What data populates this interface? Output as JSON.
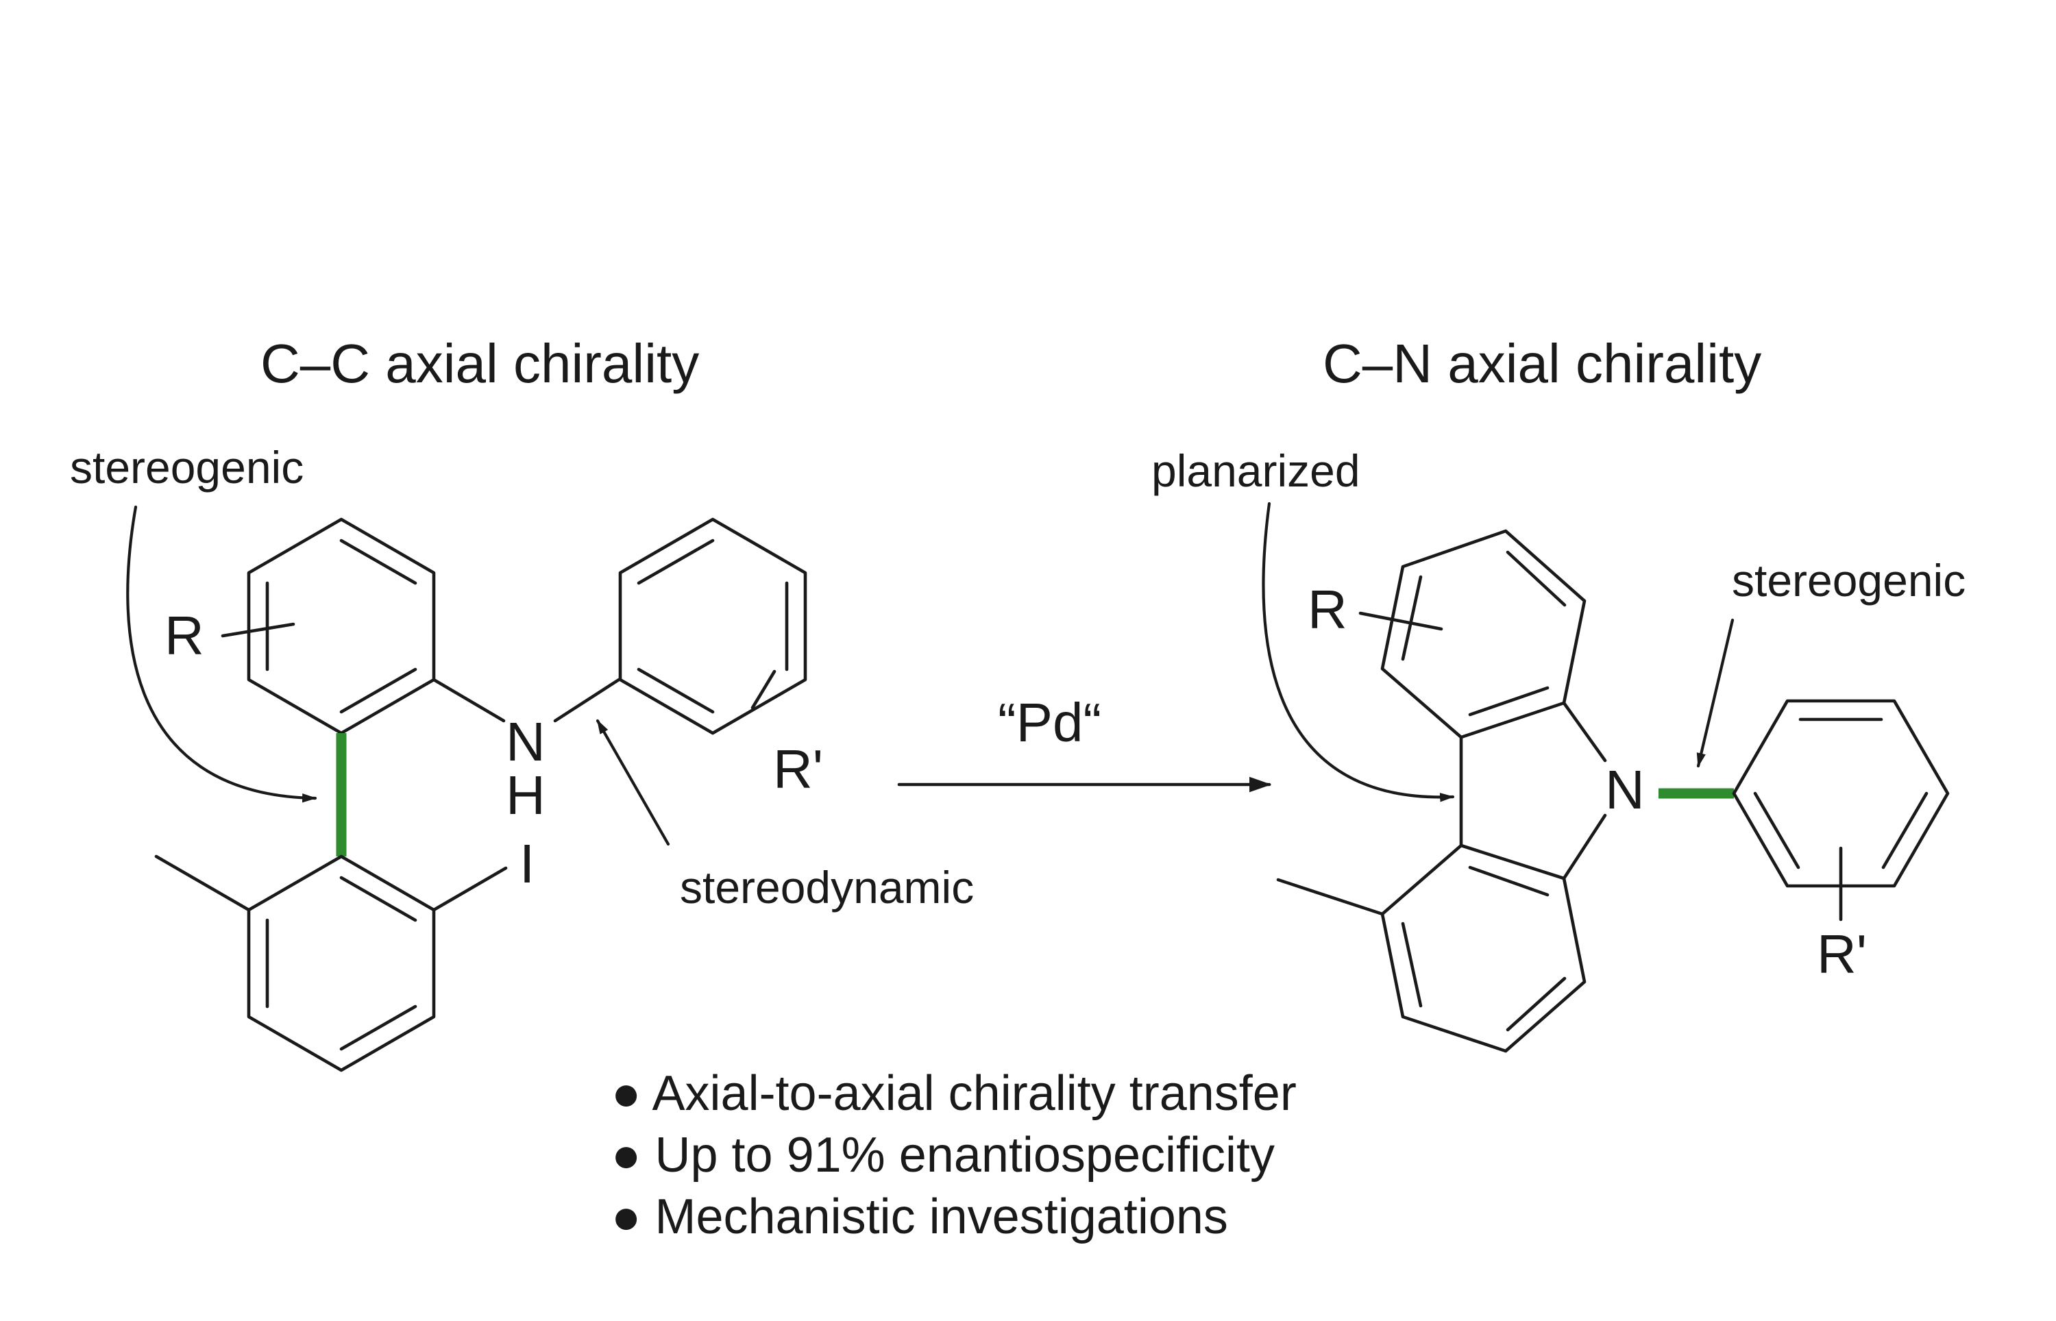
{
  "titles": {
    "left": "C–C axial chirality",
    "right": "C–N axial chirality"
  },
  "labels": {
    "stereogenic_left": "stereogenic",
    "stereodynamic": "stereodynamic",
    "planarized": "planarized",
    "stereogenic_right": "stereogenic"
  },
  "atoms": {
    "R_left": "R",
    "N_left": "N",
    "H_left": "H",
    "I_left": "I",
    "Rp_left": "R'",
    "R_right": "R",
    "N_right": "N",
    "Rp_right": "R'"
  },
  "reagent": "“Pd“",
  "bullets": [
    "● Axial-to-axial chirality transfer",
    "● Up to 91% enantiospecificity",
    "● Mechanistic investigations"
  ],
  "colors": {
    "axis_bond": "#2e8b2e",
    "ink": "#1a1a1a"
  }
}
